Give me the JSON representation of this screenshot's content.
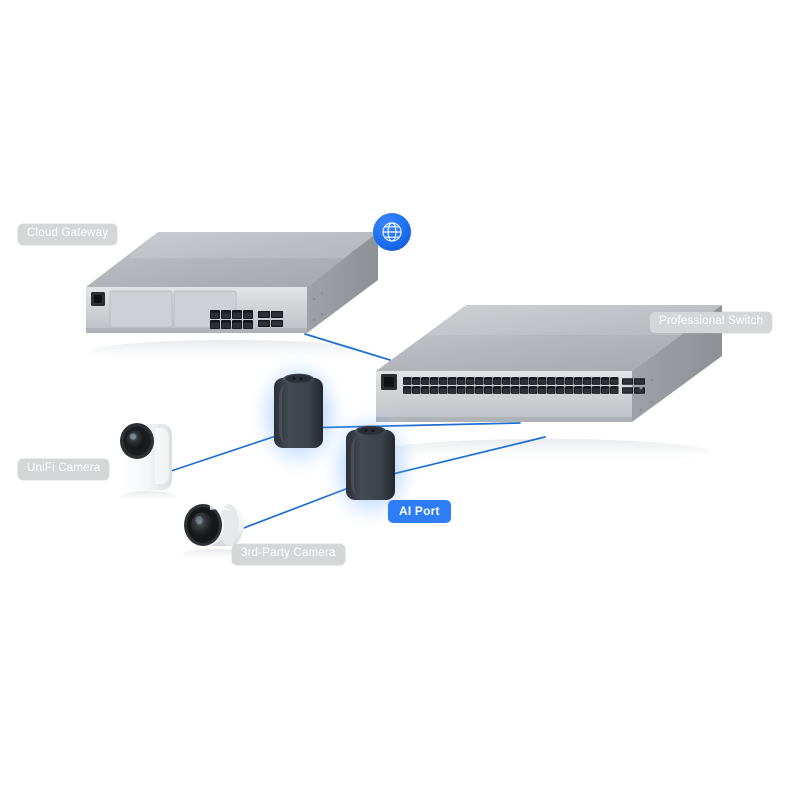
{
  "diagram": {
    "title": "UniFi AI Port network topology",
    "background_color": "#ffffff",
    "line_color": "#1f6fd0",
    "glow_color": "#2f7df4",
    "device_body_color": "#b9bcc0",
    "device_top_color": "#a9adb2",
    "ai_port_color": "#3a4048"
  },
  "labels": {
    "cloud_gateway": "Cloud Gateway",
    "unifi_camera": "UniFi Camera",
    "third_party_camera": "3rd-Party Camera",
    "professional_switch": "Professional Switch",
    "ai_port": "AI Port"
  },
  "badges": {
    "ai_port_bg": "#2f7df4",
    "ai_port_text_color": "#ffffff",
    "grey_chip_bg": "#d5d6d8",
    "grey_chip_text_color": "#ffffff"
  },
  "icons": {
    "internet": "globe-icon",
    "internet_circle_color": "#1f6fe8"
  },
  "devices": [
    {
      "id": "cloud-gateway",
      "name": "Cloud Gateway",
      "type": "rack-appliance",
      "front_port_groups": [
        {
          "kind": "power",
          "count": 1
        },
        {
          "kind": "drive-bay",
          "count": 2
        },
        {
          "kind": "rj45",
          "rows": 2,
          "columns": 4
        },
        {
          "kind": "sfp",
          "rows": 2,
          "columns": 2
        }
      ]
    },
    {
      "id": "professional-switch",
      "name": "Professional Switch",
      "type": "rack-switch",
      "front_port_groups": [
        {
          "kind": "power",
          "count": 1
        },
        {
          "kind": "rj45",
          "rows": 2,
          "columns": 24
        },
        {
          "kind": "sfp",
          "rows": 2,
          "columns": 2
        }
      ]
    },
    {
      "id": "ai-port-1",
      "name": "AI Port",
      "type": "ai-port",
      "glow": true
    },
    {
      "id": "ai-port-2",
      "name": "AI Port",
      "type": "ai-port",
      "glow": true
    },
    {
      "id": "unifi-camera",
      "name": "UniFi Camera",
      "type": "camera-dome"
    },
    {
      "id": "third-party-camera",
      "name": "3rd-Party Camera",
      "type": "camera-bullet"
    }
  ],
  "connections": [
    {
      "from": "internet",
      "to": "cloud-gateway"
    },
    {
      "from": "cloud-gateway",
      "to": "professional-switch"
    },
    {
      "from": "unifi-camera",
      "to": "ai-port-1"
    },
    {
      "from": "ai-port-1",
      "to": "professional-switch"
    },
    {
      "from": "third-party-camera",
      "to": "ai-port-2"
    },
    {
      "from": "ai-port-2",
      "to": "professional-switch"
    }
  ]
}
